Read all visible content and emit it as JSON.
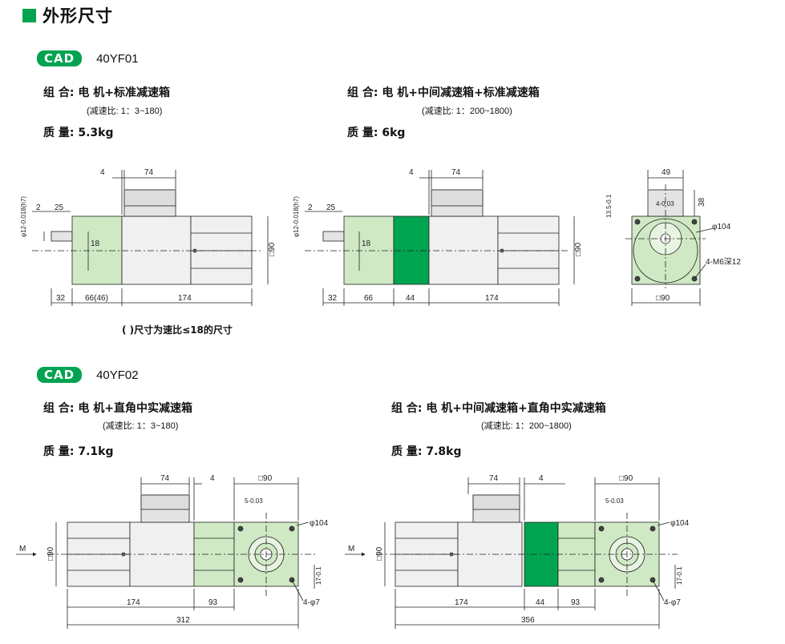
{
  "page_title": "外形尺寸",
  "colors": {
    "accent": "#00a34f",
    "gearbox_fill": "#cfe9c4",
    "intermediate_fill": "#00a34f",
    "motor_fill": "#f0f0f0"
  },
  "sections": [
    {
      "cad_label": "CAD",
      "model": "40YF01",
      "configs": [
        {
          "combo_label": "组 合:",
          "combo": "电 机+标准减速箱",
          "ratio": "(减速比: 1：3~180)",
          "mass_label": "质 量:",
          "mass": "5.3kg"
        },
        {
          "combo_label": "组 合:",
          "combo": "电 机+中间减速箱+标准减速箱",
          "ratio": "(减速比: 1：200~1800)",
          "mass_label": "质 量:",
          "mass": "6kg"
        }
      ],
      "note": "( )尺寸为速比≤18的尺寸"
    },
    {
      "cad_label": "CAD",
      "model": "40YF02",
      "configs": [
        {
          "combo_label": "组 合:",
          "combo": "电 机+直角中实减速箱",
          "ratio": "(减速比: 1：3~180)",
          "mass_label": "质 量:",
          "mass": "7.1kg"
        },
        {
          "combo_label": "组 合:",
          "combo": "电 机+中间减速箱+直角中实减速箱",
          "ratio": "(减速比: 1：200~1800)",
          "mass_label": "质 量:",
          "mass": "7.8kg"
        }
      ]
    }
  ],
  "dims": {
    "d4": "4",
    "d74": "74",
    "d2": "2",
    "d25": "25",
    "d18": "18",
    "d32": "32",
    "d66_46": "66(46)",
    "d66": "66",
    "d44": "44",
    "d174": "174",
    "sq90": "□90",
    "shaft": "φ12-0.018(h7)",
    "d49": "49",
    "d38": "38",
    "key": "4-0.03",
    "d13": "13.5-0.1",
    "phi104": "φ104",
    "m6": "4-M6深12",
    "d93": "93",
    "d312": "312",
    "d356": "356",
    "d5": "5-0.03",
    "d17": "17-0.1",
    "phi7": "4-φ7",
    "m": "M"
  }
}
